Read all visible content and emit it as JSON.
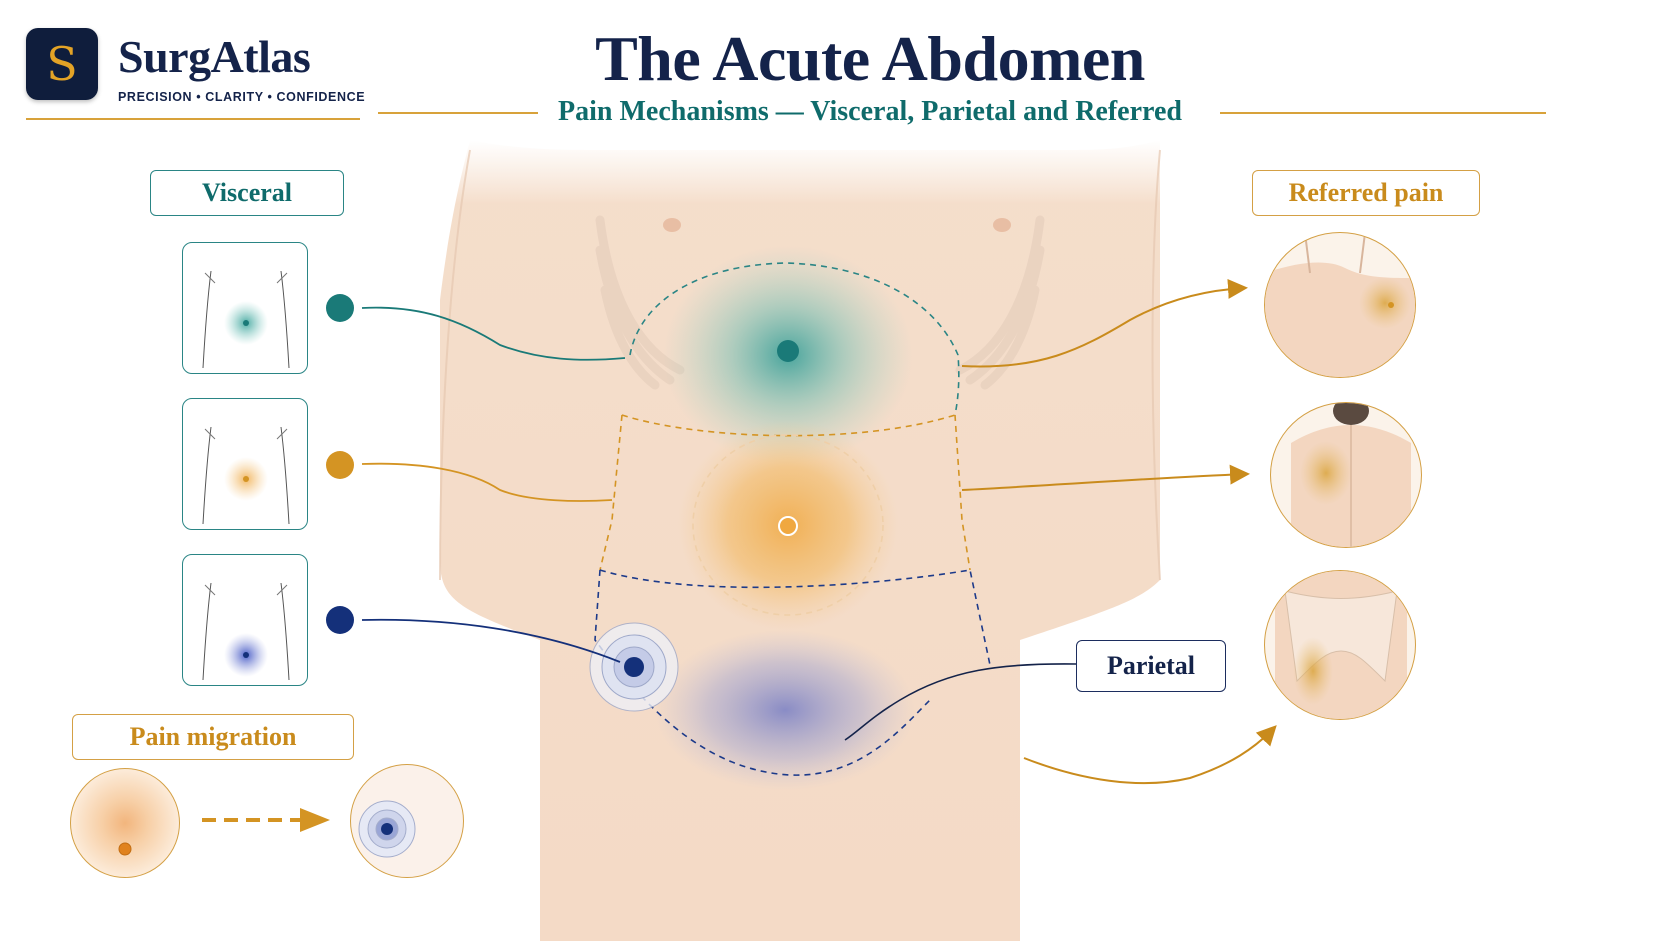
{
  "brand": {
    "logo_letter": "S",
    "name": "SurgAtlas",
    "tagline": "PRECISION • CLARITY • CONFIDENCE"
  },
  "title": "The Acute Abdomen",
  "subtitle": "Pain Mechanisms — Visceral, Parietal and Referred",
  "labels": {
    "visceral": "Visceral",
    "referred": "Referred pain",
    "parietal": "Parietal",
    "migration": "Pain migration"
  },
  "colors": {
    "navy": "#14234a",
    "teal": "#1a7a78",
    "amber": "#d49423",
    "blue": "#14307a",
    "gold_line": "#d8a23a"
  },
  "icons": {
    "arrow": "arrow-right-icon",
    "target": "target-icon"
  }
}
